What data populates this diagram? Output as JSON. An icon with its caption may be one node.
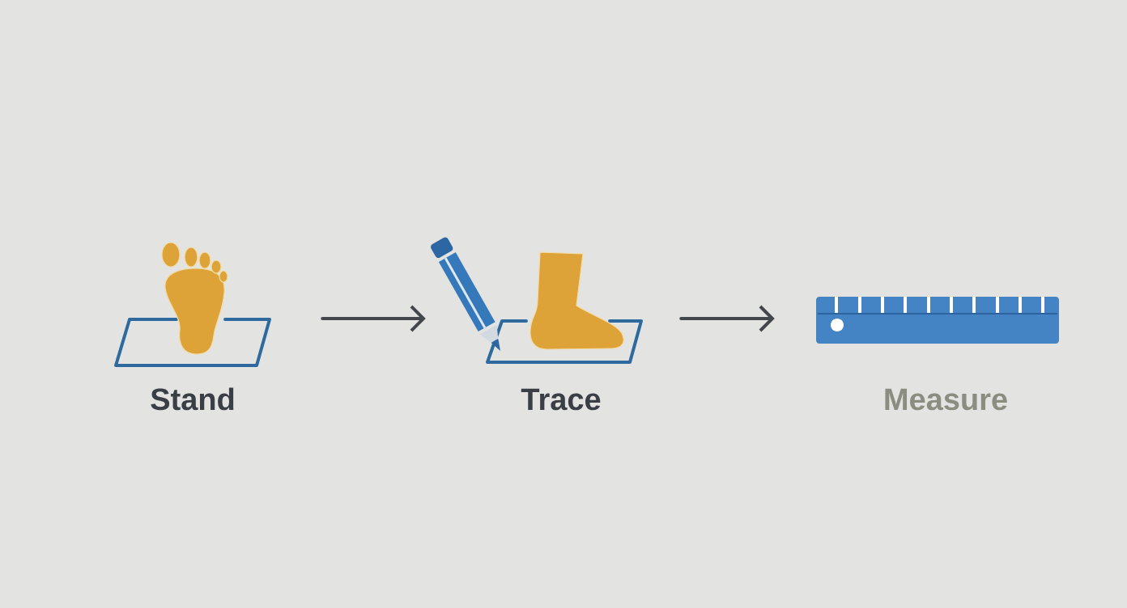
{
  "diagram": {
    "nodes": [
      {
        "text": [],
        "shape": "picture",
        "beside": [
          "Stand"
        ]
      },
      {
        "text": [],
        "shape": "picture",
        "beside": [
          "Trace"
        ]
      },
      {
        "text": [],
        "shape": "picture",
        "beside": [
          "Measure"
        ]
      }
    ],
    "edges": [
      {
        "from": 0,
        "to": 1,
        "arrow": "to"
      },
      {
        "from": 1,
        "to": 2,
        "arrow": "to"
      }
    ]
  }
}
